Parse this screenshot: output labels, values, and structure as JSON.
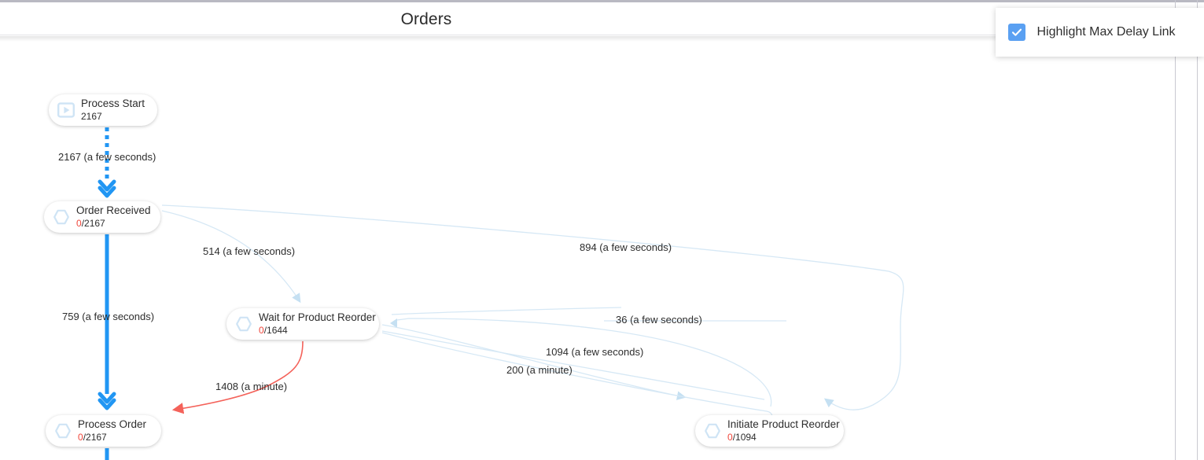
{
  "header": {
    "title": "Orders"
  },
  "options": {
    "highlight_max_delay": {
      "label": "Highlight Max Delay Link",
      "checked": true,
      "icon": "checkmark-icon"
    }
  },
  "graph": {
    "nodes": [
      {
        "id": "process-start",
        "label": "Process Start",
        "metric_failed": "",
        "metric_total": "2167",
        "metric_display": "2167",
        "icon": "play-icon"
      },
      {
        "id": "order-received",
        "label": "Order Received",
        "metric_failed": "0",
        "metric_total": "2167",
        "metric_display": "0/2167",
        "icon": "hexagon-icon"
      },
      {
        "id": "wait-for-product-reorder",
        "label": "Wait for Product Reorder",
        "metric_failed": "0",
        "metric_total": "1644",
        "metric_display": "0/1644",
        "icon": "hexagon-icon"
      },
      {
        "id": "process-order",
        "label": "Process Order",
        "metric_failed": "0",
        "metric_total": "2167",
        "metric_display": "0/2167",
        "icon": "hexagon-icon"
      },
      {
        "id": "initiate-product-reorder",
        "label": "Initiate Product Reorder",
        "metric_failed": "0",
        "metric_total": "1094",
        "metric_display": "0/1094",
        "icon": "hexagon-icon"
      }
    ],
    "edges": [
      {
        "id": "start-to-received",
        "from": "process-start",
        "to": "order-received",
        "count": "2167",
        "duration": "a few seconds",
        "label": "2167 (a few seconds)",
        "style": "dotted-primary"
      },
      {
        "id": "received-to-process-order",
        "from": "order-received",
        "to": "process-order",
        "count": "759",
        "duration": "a few seconds",
        "label": "759 (a few seconds)",
        "style": "solid-primary"
      },
      {
        "id": "received-to-wait",
        "from": "order-received",
        "to": "wait-for-product-reorder",
        "count": "514",
        "duration": "a few seconds",
        "label": "514 (a few seconds)",
        "style": "faint"
      },
      {
        "id": "received-to-initiate",
        "from": "order-received",
        "to": "initiate-product-reorder",
        "count": "894",
        "duration": "a few seconds",
        "label": "894 (a few seconds)",
        "style": "faint"
      },
      {
        "id": "initiate-to-wait",
        "from": "initiate-product-reorder",
        "to": "wait-for-product-reorder",
        "count": "36",
        "duration": "a few seconds",
        "label": "36 (a few seconds)",
        "style": "faint"
      },
      {
        "id": "wait-to-initiate",
        "from": "wait-for-product-reorder",
        "to": "initiate-product-reorder",
        "count": "1094",
        "duration": "a few seconds",
        "label": "1094 (a few seconds)",
        "style": "faint"
      },
      {
        "id": "process-order-to-initiate",
        "from": "process-order",
        "to": "initiate-product-reorder",
        "count": "200",
        "duration": "a minute",
        "label": "200 (a minute)",
        "style": "faint"
      },
      {
        "id": "wait-to-process-order",
        "from": "wait-for-product-reorder",
        "to": "process-order",
        "count": "1408",
        "duration": "a minute",
        "label": "1408 (a minute)",
        "style": "max-delay-highlight"
      }
    ],
    "colors": {
      "primary_edge": "#2196f3",
      "faint_edge": "#d6e8f5",
      "max_delay_edge": "#f44336",
      "node_icon": "#cfe4f5",
      "failed_metric": "#f0453a",
      "checkbox_accent": "#5aa0f2"
    }
  }
}
